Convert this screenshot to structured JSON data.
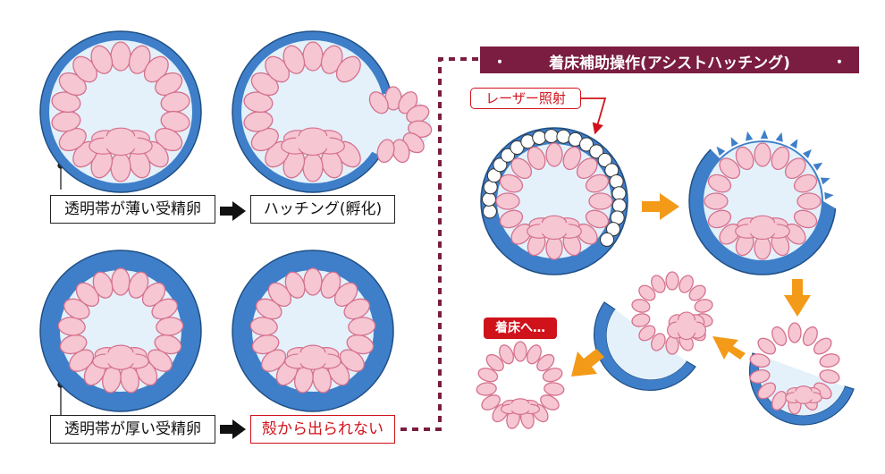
{
  "labels": {
    "thin_egg": "透明帯が薄い受精卵",
    "hatching": "ハッチング(孵化)",
    "thick_egg": "透明帯が厚い受精卵",
    "cannot_escape": "殻から出られない"
  },
  "assisted": {
    "title": "着床補助操作(アシストハッチング)",
    "title_dot": "・",
    "laser_label": "レーザー照射",
    "implant_label": "着床へ…"
  },
  "colors": {
    "zona_blue": "#3f7fc9",
    "inner_blue": "#e4f1fa",
    "cell_pink": "#f6c6d3",
    "cell_stroke": "#d5718d",
    "arrow_orange": "#f39a18",
    "title_bg": "#7a1d40",
    "accent_red": "#d0121b"
  }
}
